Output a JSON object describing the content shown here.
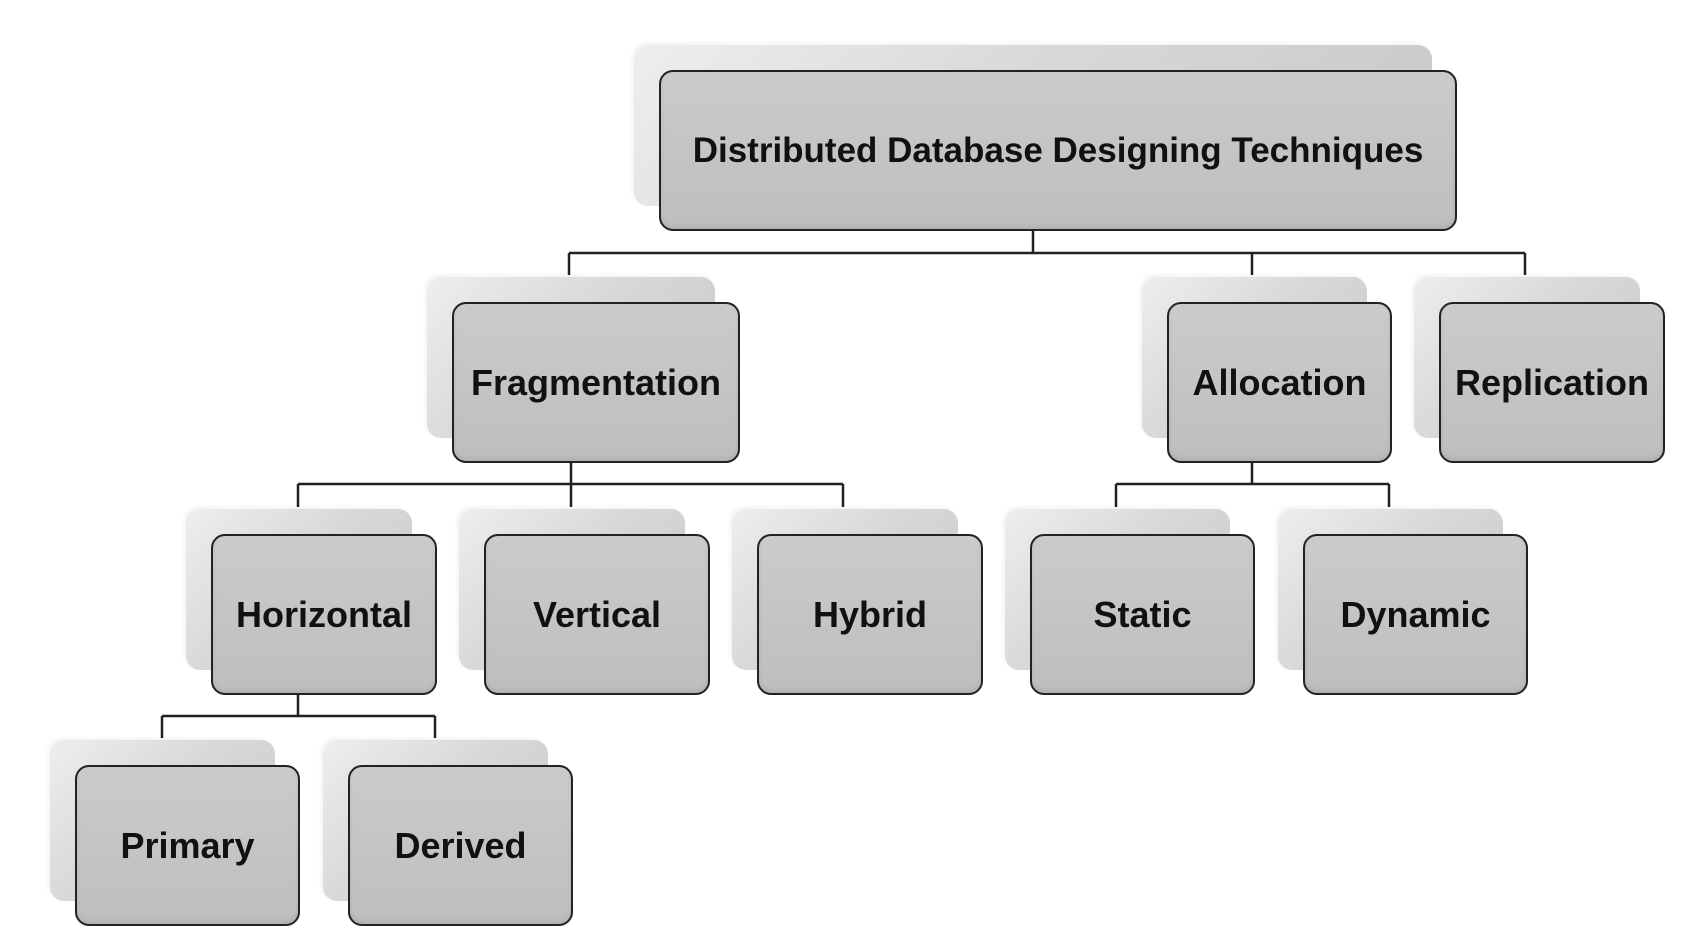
{
  "diagram": {
    "root": "Distributed Database Designing Techniques",
    "fragmentation": "Fragmentation",
    "allocation": "Allocation",
    "replication": "Replication",
    "horizontal": "Horizontal",
    "vertical": "Vertical",
    "hybrid": "Hybrid",
    "static": "Static",
    "dynamic": "Dynamic",
    "primary": "Primary",
    "derived": "Derived"
  },
  "colors": {
    "box_fill": "#c4c4c4",
    "box_border": "#222222",
    "connector": "#222222",
    "text": "#111111"
  }
}
